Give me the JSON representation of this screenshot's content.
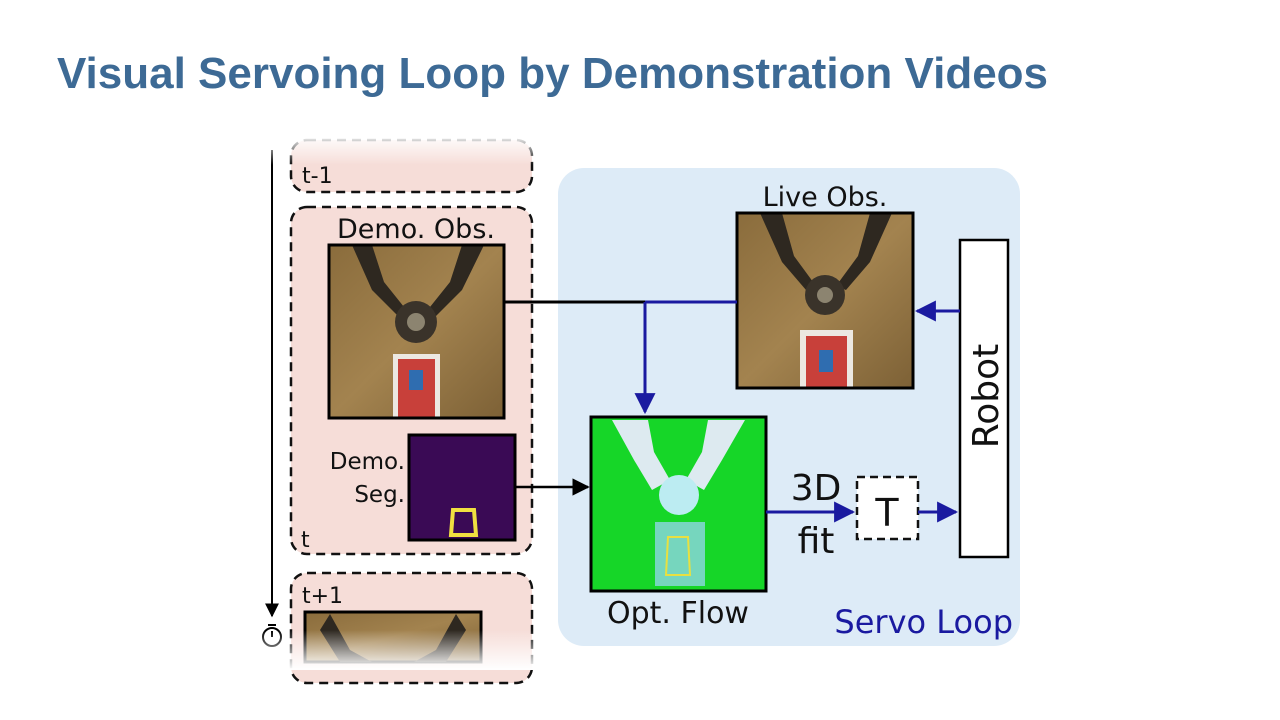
{
  "slide": {
    "title": "Visual Servoing Loop by Demonstration Videos"
  },
  "diagram": {
    "timeline": {
      "frame_prev_label": "t-1",
      "frame_current_label": "t",
      "frame_next_label": "t+1",
      "stopwatch_icon": "stopwatch-icon"
    },
    "demo": {
      "obs_label": "Demo. Obs.",
      "seg_label_line1": "Demo.",
      "seg_label_line2": "Seg."
    },
    "servo_loop": {
      "live_obs_label": "Live Obs.",
      "opt_flow_label": "Opt. Flow",
      "fit_label_line1": "3D",
      "fit_label_line2": "fit",
      "transform_label": "T",
      "robot_label": "Robot",
      "loop_label": "Servo Loop"
    },
    "colors": {
      "title": "#3d6a95",
      "servo_panel": "#ddebf7",
      "demo_panel": "#f6ddd8",
      "flow_green": "#16d628",
      "loop_arrow": "#1a1aa0",
      "segmentation_bg": "#3a0a55",
      "segmentation_mask": "#f0e040"
    }
  }
}
